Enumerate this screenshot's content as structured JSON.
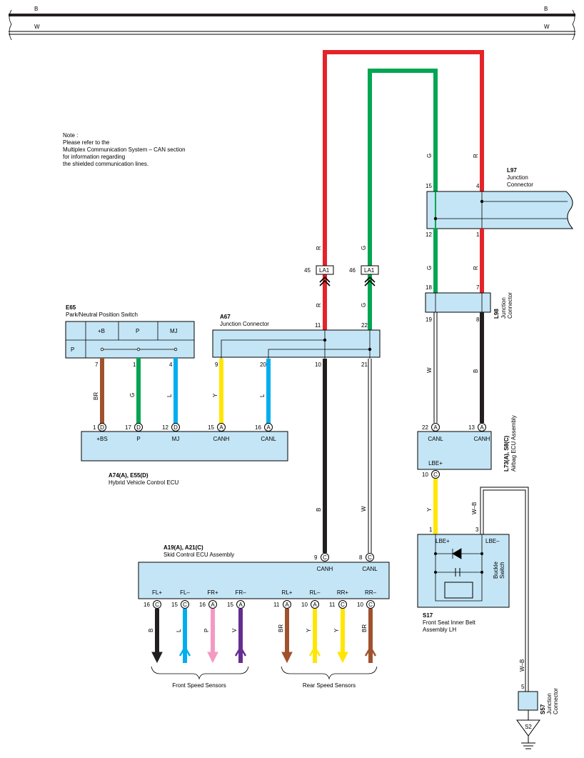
{
  "bus": {
    "b_label": "B",
    "w_label": "W"
  },
  "note": [
    "Note :",
    "Please refer to the",
    "Multiplex Communication System – CAN section",
    "for information regarding",
    "the shielded communication lines."
  ],
  "colors": {
    "red": "#e52329",
    "green": "#00a651",
    "black": "#231f20",
    "white_wire": "#ffffff",
    "brown": "#a0522d",
    "blue": "#00aeef",
    "yellow": "#ffe600",
    "pink": "#f49ac1",
    "violet": "#662d91",
    "box_fill": "#c4e5f5"
  },
  "l97": {
    "id": "L97",
    "name1": "Junction",
    "name2": "Connector",
    "pin_g_top": "15",
    "pin_r_top": "4",
    "pin_g_bot": "12",
    "pin_r_bot": "1"
  },
  "l98": {
    "id": "L98",
    "name1": "Junction",
    "name2": "Connector",
    "pin_g_top": "18",
    "pin_r_top": "7",
    "pin_w_bot": "19",
    "pin_b_bot": "8"
  },
  "la1": {
    "label": "LA1",
    "pin_r": "45",
    "pin_g": "46"
  },
  "e65": {
    "id": "E65",
    "name": "Park/Neutral Position Switch",
    "cols": [
      "+B",
      "P",
      "MJ"
    ],
    "row": "P",
    "pins": [
      "7",
      "1",
      "4"
    ]
  },
  "a67": {
    "id": "A67",
    "name": "Junction Connector",
    "pins_top": [
      "11",
      "22"
    ],
    "pins_bot": [
      "9",
      "20",
      "10",
      "21"
    ]
  },
  "a74": {
    "id": "A74(A), E55(D)",
    "name": "Hybrid Vehicle Control ECU",
    "terms": [
      "+BS",
      "P",
      "MJ",
      "CANH",
      "CANL"
    ],
    "pins": [
      "1",
      "17",
      "12",
      "15",
      "16"
    ],
    "conn": [
      "D",
      "D",
      "D",
      "A",
      "A"
    ]
  },
  "l73": {
    "id": "L73(A), S8(C)",
    "name": "Airbag ECU Assembly",
    "terms": [
      "CANL",
      "CANH",
      "LBE+"
    ],
    "pins": [
      "22",
      "13",
      "10"
    ],
    "conn": [
      "A",
      "A",
      "C"
    ]
  },
  "s17": {
    "id": "S17",
    "name1": "Front Seat Inner Belt",
    "name2": "Assembly LH",
    "terms": [
      "LBE+",
      "LBE–"
    ],
    "pins": [
      "1",
      "3"
    ],
    "switch1": "Buckle",
    "switch2": "Switch"
  },
  "s57": {
    "id": "S57",
    "name1": "Junction",
    "name2": "Connector",
    "pin": "5",
    "ground": "S2"
  },
  "a19": {
    "id": "A19(A), A21(C)",
    "name": "Skid Control ECU Assembly",
    "top_terms": [
      "CANH",
      "CANL"
    ],
    "top_pins": [
      "9",
      "8"
    ],
    "top_conn": [
      "C",
      "C"
    ],
    "bot_terms": [
      "FL+",
      "FL–",
      "FR+",
      "FR–",
      "RL+",
      "RL–",
      "RR+",
      "RR–"
    ],
    "bot_pins": [
      "16",
      "15",
      "16",
      "15",
      "11",
      "10",
      "11",
      "10"
    ],
    "bot_conn": [
      "C",
      "C",
      "A",
      "A",
      "A",
      "A",
      "C",
      "C"
    ],
    "bot_wires": [
      "B",
      "L",
      "P",
      "V",
      "BR",
      "Y",
      "Y",
      "BR"
    ]
  },
  "groups": {
    "front": "Front Speed Sensors",
    "rear": "Rear Speed Sensors"
  },
  "wires": {
    "R": "R",
    "G": "G",
    "W": "W",
    "B": "B",
    "BR": "BR",
    "Y": "Y",
    "L": "L",
    "WB": "W–B"
  }
}
